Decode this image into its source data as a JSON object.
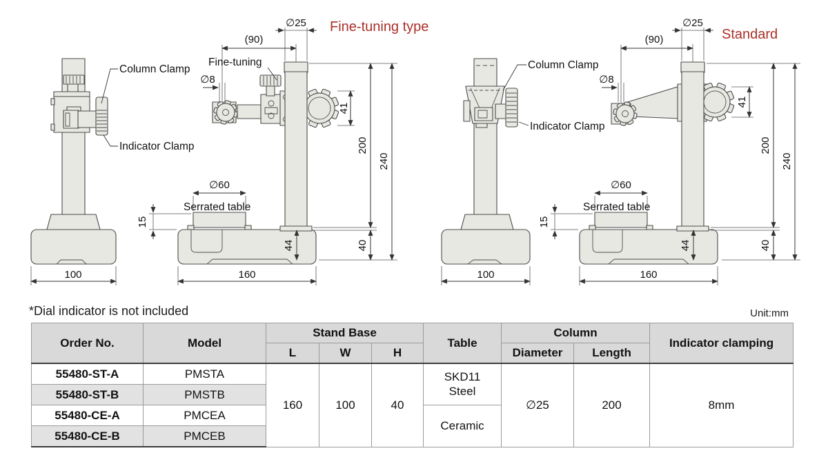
{
  "colors": {
    "accent": "#aa2f28",
    "part-fill": "#e8e8e3",
    "part-stroke": "#4a4a4a",
    "dim": "#333333",
    "header-bg": "#d9d9d9",
    "row-alt": "#e2e2e2"
  },
  "note": "*Dial indicator is not included",
  "unit_label": "Unit:mm",
  "drawings": {
    "fine_tuning": {
      "title": "Fine-tuning type",
      "labels": {
        "column_clamp": "Column Clamp",
        "indicator_clamp": "Indicator Clamp",
        "fine_tuning": "Fine-tuning",
        "serrated_table": "Serrated table"
      },
      "dims": {
        "dia25": "∅25",
        "w90": "(90)",
        "dia8": "∅8",
        "h41": "41",
        "h200": "200",
        "h240": "240",
        "dia60": "∅60",
        "h15": "15",
        "h44": "44",
        "h40": "40",
        "w100": "100",
        "w160": "160"
      }
    },
    "standard": {
      "title": "Standard",
      "labels": {
        "column_clamp": "Column Clamp",
        "indicator_clamp": "Indicator Clamp",
        "serrated_table": "Serrated table"
      },
      "dims": {
        "dia25": "∅25",
        "w90": "(90)",
        "dia8": "∅8",
        "h41": "41",
        "h200": "200",
        "h240": "240",
        "dia60": "∅60",
        "h15": "15",
        "h44": "44",
        "h40": "40",
        "w100": "100",
        "w160": "160"
      }
    }
  },
  "table": {
    "headers": {
      "order_no": "Order No.",
      "model": "Model",
      "stand_base": "Stand Base",
      "l": "L",
      "w": "W",
      "h": "H",
      "table": "Table",
      "column": "Column",
      "diameter": "Diameter",
      "length": "Length",
      "indicator_clamping": "Indicator clamping"
    },
    "rows": [
      {
        "order_no": "55480-ST-A",
        "model": "PMSTA"
      },
      {
        "order_no": "55480-ST-B",
        "model": "PMSTB"
      },
      {
        "order_no": "55480-CE-A",
        "model": "PMCEA"
      },
      {
        "order_no": "55480-CE-B",
        "model": "PMCEB"
      }
    ],
    "specs": {
      "l": "160",
      "w": "100",
      "h": "40",
      "table_top": "SKD11\nSteel",
      "table_bottom": "Ceramic",
      "diameter": "∅25",
      "length": "200",
      "indicator_clamping": "8mm"
    }
  }
}
